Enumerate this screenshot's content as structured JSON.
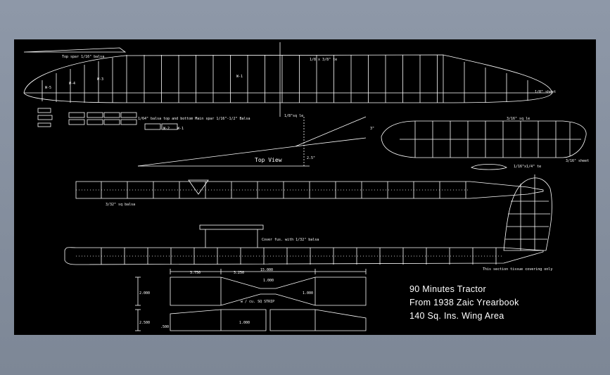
{
  "drawing": {
    "title_lines": [
      "90 Minutes Tractor",
      "From 1938 Zaic Yrearbook",
      "140 Sq. Ins. Wing Area"
    ],
    "labels": {
      "top_spar": "Top spar 1/16\" balsa",
      "w5": "W-5",
      "w4": "W-4",
      "w3": "W-3",
      "w1": "W-1",
      "sheet_1_8": "1/8\" sheet",
      "top_te": "1/8 x 3/8\" te",
      "le_sq": "1/8\"sq le",
      "main_spar": "1/64\" balsa top and bottom  Main spar 1/16\"-1/2\" Balsa",
      "w2": "W-2",
      "w1b": "W-1",
      "stab_le": "3/16\" sq le",
      "stab_sheet": "3/16\" sheet",
      "top_view": "Top View",
      "dim_25": "2.5\"",
      "dim_3": "3\"",
      "fin_te": "1/16\"x1/4\" te",
      "fus_sq": "3/32\" sq balsa",
      "cover_fus": "Cover fus. with 1/32\" balsa",
      "section_note": "This section tissue covering only",
      "dim_3750": "3.750",
      "dim_3250": "3.250",
      "dim_15000": "15.000",
      "dim_1000a": "1.000",
      "dim_2000": "2.000",
      "dim_1000b": "1.000",
      "dim_1000c": "1.000",
      "dim_2500": "2.500",
      "dim_0500": ".500",
      "prop_note": "w / cu. SQ STRIP"
    }
  }
}
